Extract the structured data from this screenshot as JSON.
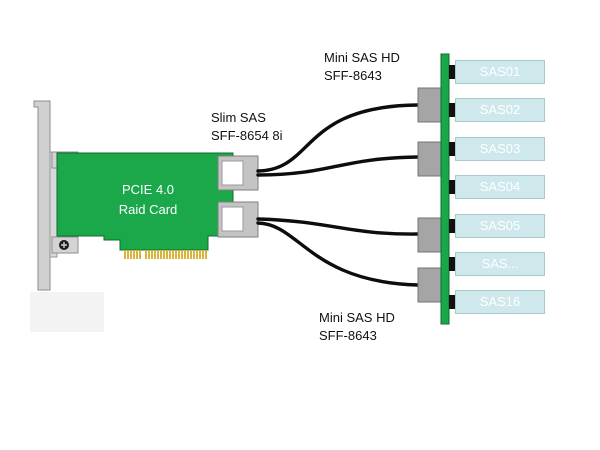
{
  "card": {
    "line1": "PCIE 4.0",
    "line2": "Raid Card"
  },
  "slim_sas": {
    "line1": "Slim SAS",
    "line2": "SFF-8654 8i"
  },
  "mini_sas_top": {
    "line1": "Mini SAS HD",
    "line2": "SFF-8643"
  },
  "mini_sas_bottom": {
    "line1": "Mini SAS HD",
    "line2": "SFF-8643"
  },
  "drives": [
    "SAS01",
    "SAS02",
    "SAS03",
    "SAS04",
    "SAS05",
    "SAS...",
    "SAS16"
  ],
  "colors": {
    "pcb_green": "#1aa84a",
    "backplane_green": "#17a84a",
    "gold_fingers": "#d8b43a",
    "bracket_gray": "#c9c9c9",
    "connector_gray": "#a5a5a5",
    "drive_fill": "#cfe8ec",
    "cable_black": "#0d0d0d"
  }
}
